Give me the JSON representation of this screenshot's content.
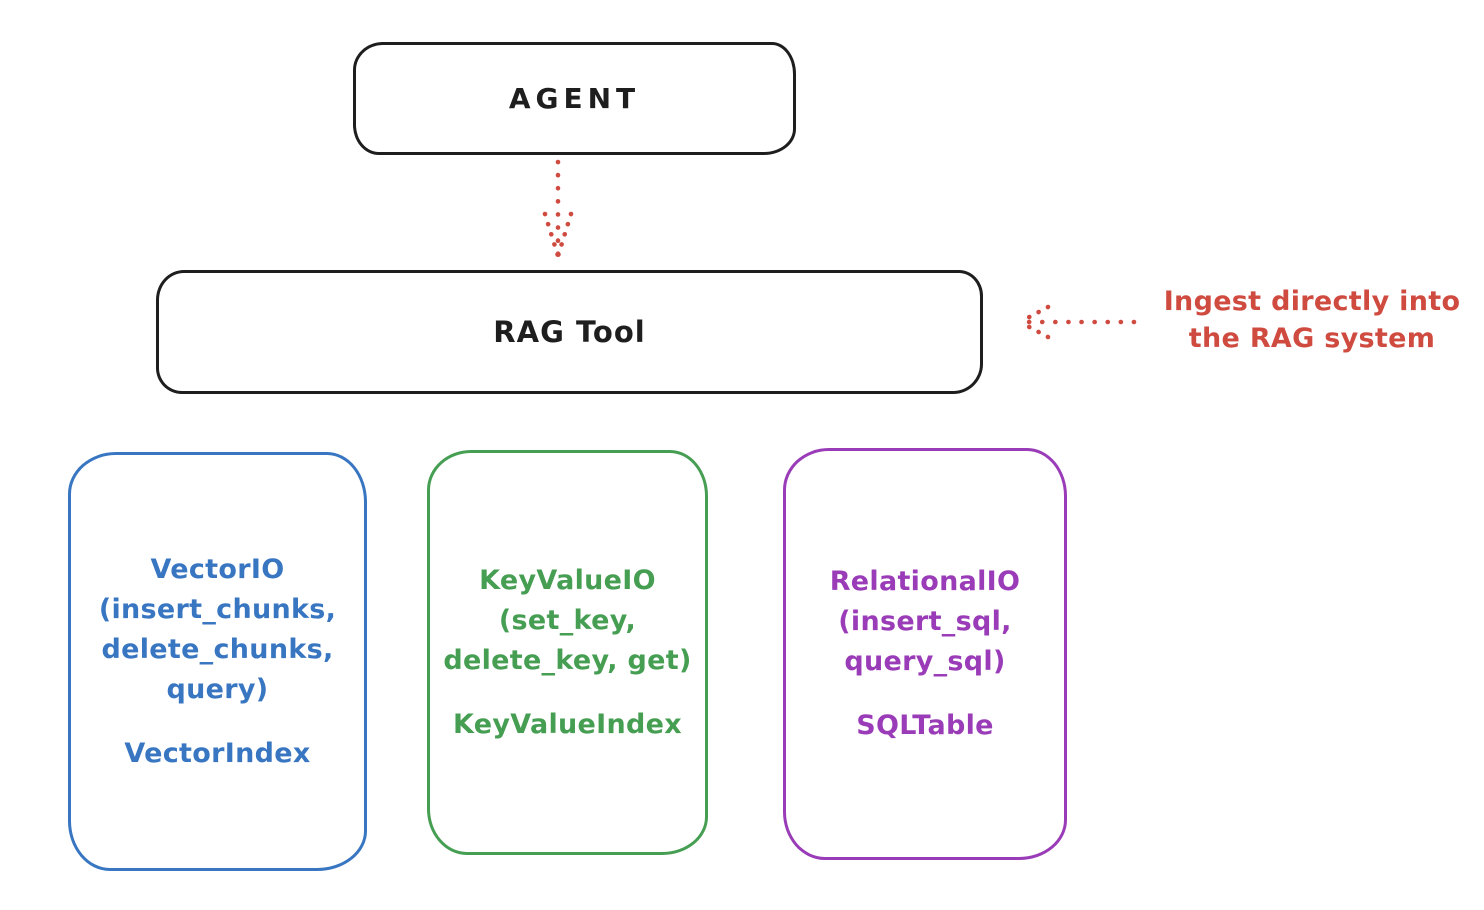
{
  "diagram": {
    "colors": {
      "ink": "#1e1e1e",
      "accent_red": "#cf4a3f",
      "accent_blue": "#3876c2",
      "accent_green": "#459e52",
      "accent_purple": "#9a3cb8",
      "background": "#ffffff"
    },
    "agent": {
      "label": "AGENT"
    },
    "rag_tool": {
      "label": "RAG Tool"
    },
    "annotation": {
      "line1": "Ingest directly into",
      "line2": "the RAG system"
    },
    "stores": [
      {
        "name": "vector-io",
        "color": "#3876c2",
        "lines": [
          "VectorIO",
          "(insert_chunks,",
          "delete_chunks,",
          "query)"
        ],
        "index_label": "VectorIndex"
      },
      {
        "name": "keyvalue-io",
        "color": "#459e52",
        "lines": [
          "KeyValueIO",
          "(set_key,",
          "delete_key, get)"
        ],
        "index_label": "KeyValueIndex"
      },
      {
        "name": "relational-io",
        "color": "#9a3cb8",
        "lines": [
          "RelationalIO",
          "(insert_sql,",
          "query_sql)"
        ],
        "index_label": "SQLTable"
      }
    ]
  }
}
